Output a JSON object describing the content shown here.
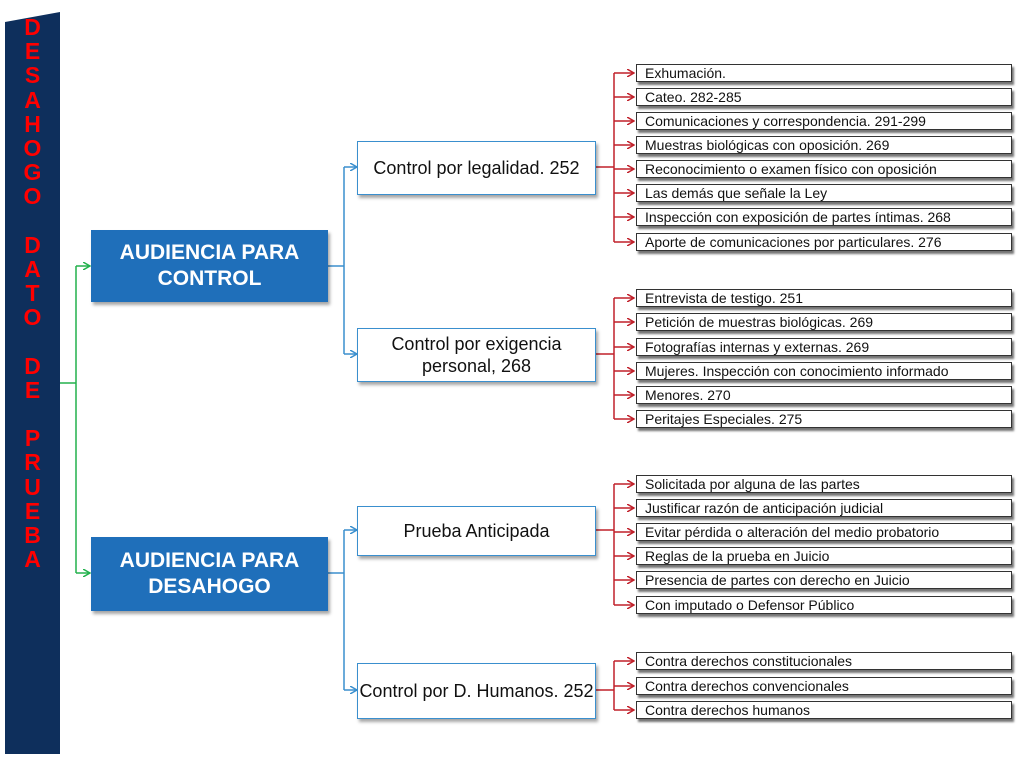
{
  "vertical_title": [
    "D",
    "E",
    "S",
    "A",
    "H",
    "O",
    "G",
    "O",
    " ",
    "D",
    "A",
    "T",
    "O",
    " ",
    "D",
    "E",
    " ",
    "P",
    "R",
    "U",
    "E",
    "B",
    "A"
  ],
  "audiencias": [
    {
      "label": "AUDIENCIA PARA CONTROL"
    },
    {
      "label": "AUDIENCIA PARA DESAHOGO"
    }
  ],
  "controles": [
    {
      "label": "Control por legalidad. 252"
    },
    {
      "label": "Control por exigencia personal, 268"
    },
    {
      "label": "Prueba Anticipada"
    },
    {
      "label": "Control por D. Humanos. 252"
    }
  ],
  "groups": [
    {
      "items": [
        "Exhumación.",
        "Cateo. 282-285",
        "Comunicaciones y correspondencia. 291-299",
        "Muestras biológicas con oposición. 269",
        "Reconocimiento o examen físico con oposición",
        "Las demás que señale  la Ley",
        "Inspección con exposición de partes íntimas. 268",
        "Aporte de comunicaciones por particulares. 276"
      ]
    },
    {
      "items": [
        "Entrevista de testigo. 251",
        "Petición de muestras biológicas. 269",
        "Fotografías internas y externas. 269",
        "Mujeres. Inspección con conocimiento informado",
        "Menores. 270",
        "Peritajes Especiales. 275"
      ]
    },
    {
      "items": [
        "Solicitada por alguna de las partes",
        "Justificar razón de anticipación judicial",
        "Evitar pérdida o alteración del medio probatorio",
        "Reglas de la prueba en Juicio",
        "Presencia de partes con derecho en Juicio",
        "Con imputado o Defensor Público"
      ]
    },
    {
      "items": [
        "Contra derechos constitucionales",
        "Contra derechos convencionales",
        "Contra derechos humanos"
      ]
    }
  ],
  "colors": {
    "title_bar": "#0e2f5c",
    "title_text": "#ff0000",
    "audiencia_box": "#1f6fba",
    "green_connector": "#22b14c",
    "blue_connector": "#3a8fce",
    "red_connector": "#c0202a"
  }
}
